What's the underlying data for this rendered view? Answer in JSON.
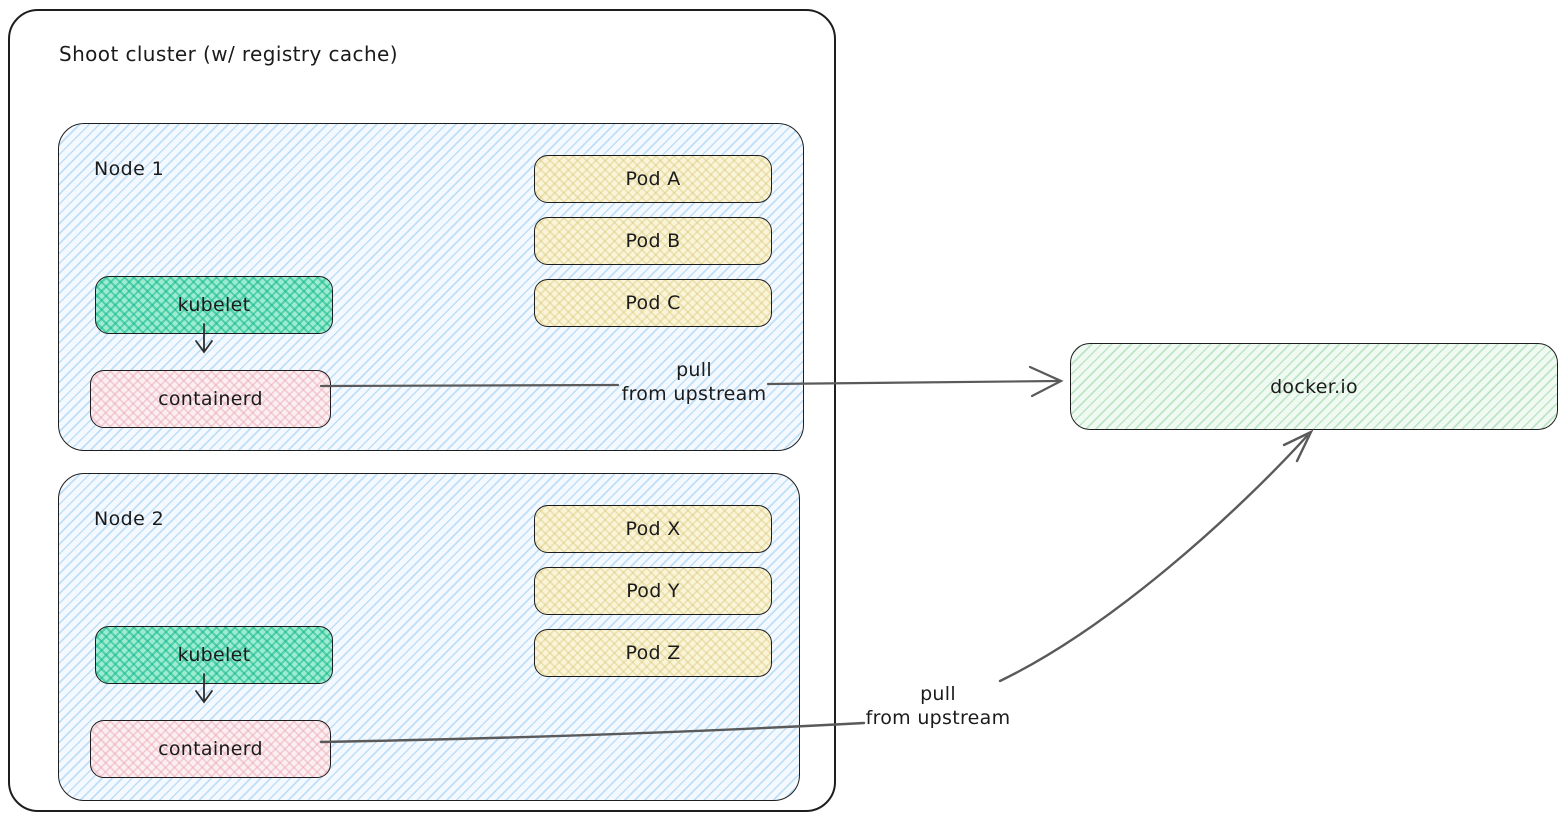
{
  "cluster": {
    "title": "Shoot cluster (w/ registry cache)"
  },
  "nodes": [
    {
      "label": "Node 1",
      "kubelet_label": "kubelet",
      "containerd_label": "containerd",
      "pods": [
        "Pod A",
        "Pod B",
        "Pod C"
      ]
    },
    {
      "label": "Node 2",
      "kubelet_label": "kubelet",
      "containerd_label": "containerd",
      "pods": [
        "Pod X",
        "Pod Y",
        "Pod Z"
      ]
    }
  ],
  "registry": {
    "label": "docker.io"
  },
  "edges": [
    {
      "from": "node-1-containerd",
      "to": "registry",
      "label_line1": "pull",
      "label_line2": "from upstream"
    },
    {
      "from": "node-2-containerd",
      "to": "registry",
      "label_line1": "pull",
      "label_line2": "from upstream"
    },
    {
      "from": "node-1-kubelet",
      "to": "node-1-containerd"
    },
    {
      "from": "node-2-kubelet",
      "to": "node-2-containerd"
    }
  ],
  "colors": {
    "node_fill": "#dcecfa",
    "kubelet_fill": "#79e0c1",
    "containerd_fill": "#f8dde2",
    "pod_fill": "#f5efcd",
    "registry_fill": "#e6f6e8",
    "stroke": "#1e1e1e",
    "arrow": "#5a5a5a",
    "canvas": "#ffffff"
  }
}
